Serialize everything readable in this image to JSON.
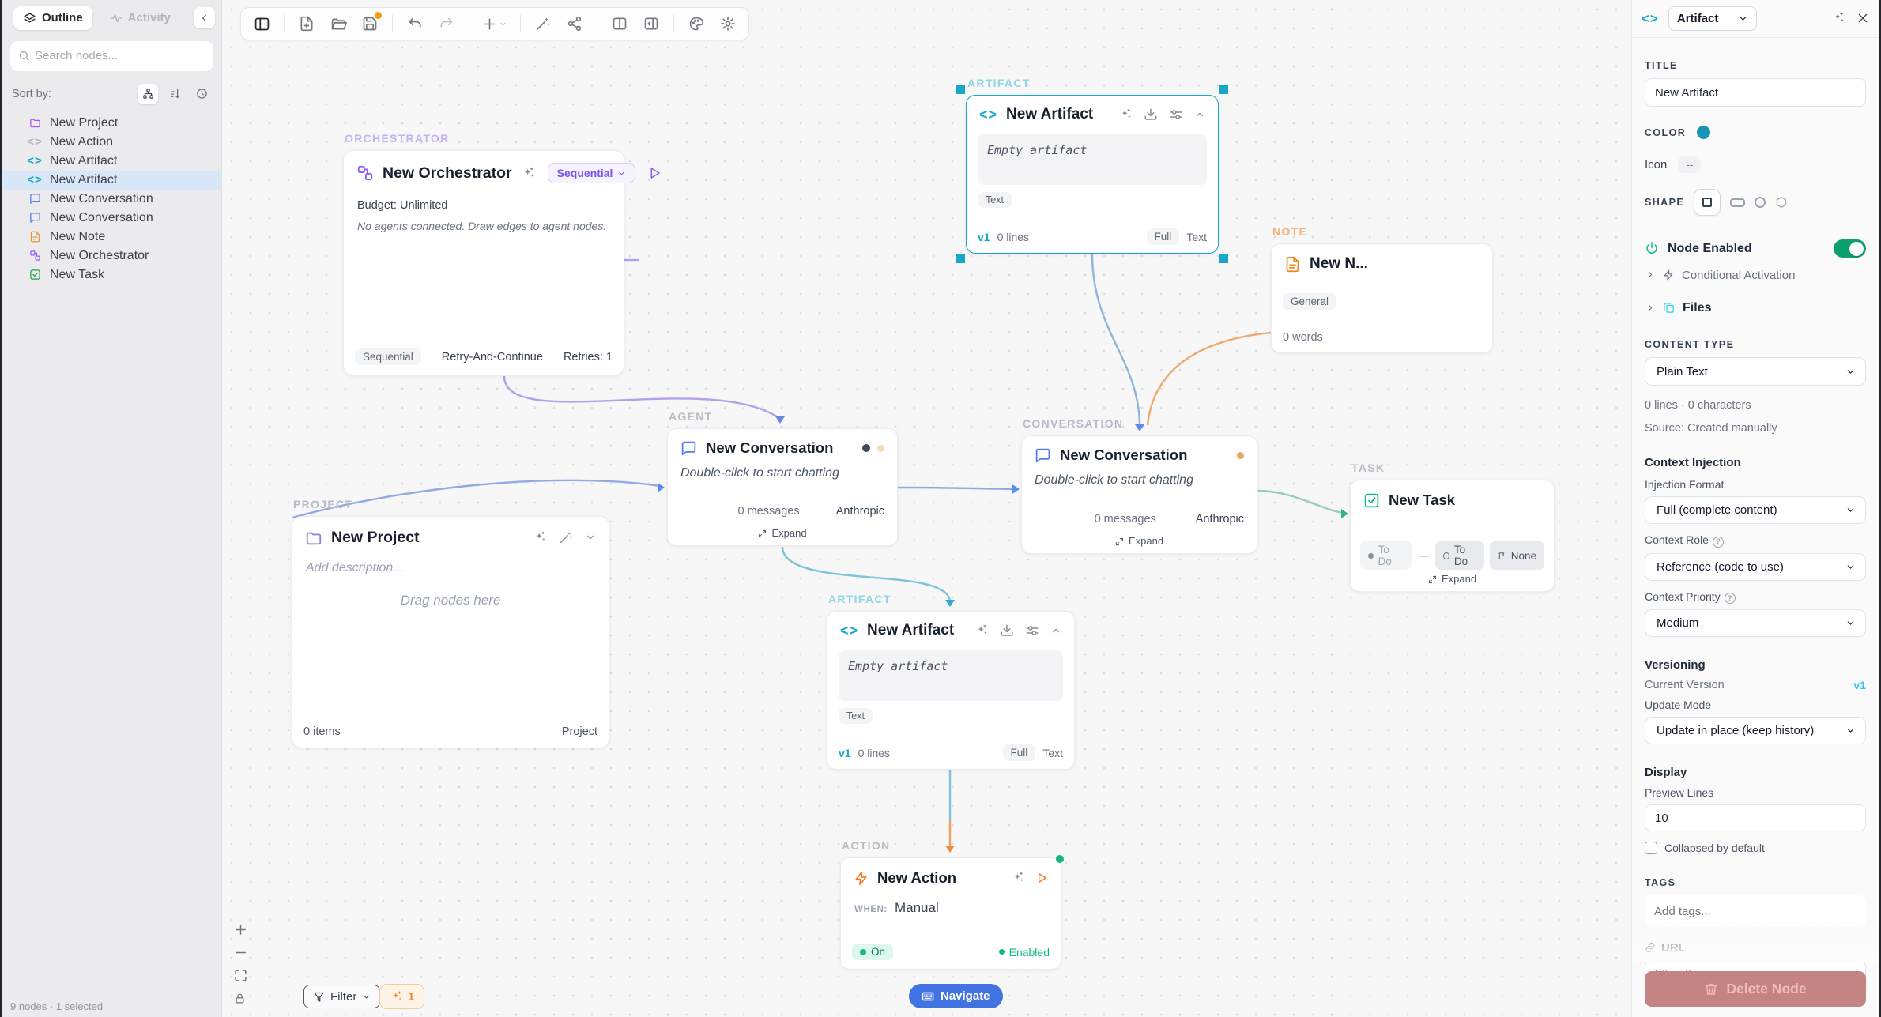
{
  "colors": {
    "teal": "#14a8c8",
    "purple": "#8b5cf6",
    "blue": "#4f7df2",
    "orange": "#ea8a24",
    "green": "#10b981",
    "navigate_blue": "#4273e3",
    "color_swatch": "#1795b4",
    "delete_red": "#c58484"
  },
  "sidebar": {
    "tabs": [
      {
        "label": "Outline",
        "icon": "layers-icon",
        "active": true
      },
      {
        "label": "Activity",
        "icon": "pulse-icon",
        "active": false
      }
    ],
    "search_placeholder": "Search nodes...",
    "sort_label": "Sort by:",
    "sort_icons": [
      "hierarchy-icon",
      "sort-az-icon",
      "clock-icon"
    ],
    "items": [
      {
        "icon": "folder-icon",
        "label": "New Project"
      },
      {
        "icon": "code-icon-gray",
        "label": "New Action"
      },
      {
        "icon": "code-icon",
        "label": "New Artifact"
      },
      {
        "icon": "code-icon",
        "label": "New Artifact",
        "selected": true
      },
      {
        "icon": "chat-icon",
        "label": "New Conversation"
      },
      {
        "icon": "chat-icon",
        "label": "New Conversation"
      },
      {
        "icon": "note-icon",
        "label": "New Note"
      },
      {
        "icon": "workflow-icon",
        "label": "New Orchestrator"
      },
      {
        "icon": "task-icon",
        "label": "New Task"
      }
    ],
    "status": "9 nodes · 1 selected"
  },
  "toolbar": {
    "icons": [
      "panel-left",
      "new-file",
      "open-folder",
      "save",
      "undo",
      "redo",
      "add-node",
      "ai-wand",
      "share",
      "split-view",
      "panel-right",
      "palette",
      "settings"
    ]
  },
  "canvas": {
    "orchestrator": {
      "type_label": "ORCHESTRATOR",
      "title": "New Orchestrator",
      "mode_badge": "Sequential",
      "budget": "Budget: Unlimited",
      "empty_hint": "No agents connected. Draw edges to agent nodes.",
      "footer_mode": "Sequential",
      "footer_strategy": "Retry-And-Continue",
      "footer_retries": "Retries: 1"
    },
    "artifact_selected": {
      "type_label": "ARTIFACT",
      "title": "New Artifact",
      "empty_text": "Empty artifact",
      "format_badge": "Text",
      "version": "v1",
      "lines": "0 lines",
      "view_full": "Full",
      "view_text": "Text"
    },
    "artifact2": {
      "type_label": "ARTIFACT",
      "title": "New Artifact",
      "empty_text": "Empty artifact",
      "format_badge": "Text",
      "version": "v1",
      "lines": "0 lines",
      "view_full": "Full",
      "view_text": "Text"
    },
    "note": {
      "type_label": "NOTE",
      "title": "New N...",
      "category_badge": "General",
      "words": "0 words"
    },
    "conversation_agent": {
      "type_label": "AGENT",
      "title": "New Conversation",
      "hint": "Double-click to start chatting",
      "messages": "0 messages",
      "provider": "Anthropic",
      "expand_label": "Expand"
    },
    "conversation2": {
      "type_label": "CONVERSATION",
      "title": "New Conversation",
      "hint": "Double-click to start chatting",
      "messages": "0 messages",
      "provider": "Anthropic",
      "expand_label": "Expand"
    },
    "project": {
      "type_label": "PROJECT",
      "title": "New Project",
      "description_placeholder": "Add description...",
      "drop_hint": "Drag nodes here",
      "items_count": "0 items",
      "footer_type": "Project"
    },
    "task": {
      "type_label": "TASK",
      "title": "New Task",
      "status_badge": "To Do",
      "dash": "—",
      "status_badge2": "To Do",
      "flag_badge": "None",
      "expand_label": "Expand"
    },
    "action": {
      "type_label": "ACTION",
      "title": "New Action",
      "when_label": "WHEN:",
      "when_value": "Manual",
      "on_badge": "On",
      "enabled_text": "Enabled"
    },
    "controls": {
      "filter_label": "Filter",
      "ai_badge_count": "1",
      "navigate_label": "Navigate",
      "icons": [
        "zoom-in",
        "zoom-out",
        "fit-view",
        "lock"
      ]
    }
  },
  "inspector": {
    "header": {
      "type_select_value": "Artifact",
      "icons": [
        "code-icon",
        "sparkles-icon",
        "close-icon"
      ]
    },
    "title": {
      "label": "TITLE",
      "value": "New Artifact"
    },
    "color": {
      "label": "COLOR"
    },
    "icon": {
      "label": "Icon",
      "value": "--"
    },
    "shape": {
      "label": "SHAPE",
      "options": [
        "square",
        "rounded-rect",
        "circle",
        "hexagon"
      ],
      "selected": "square"
    },
    "node_enabled": {
      "label": "Node Enabled",
      "enabled": true
    },
    "conditional_activation": {
      "label": "Conditional Activation"
    },
    "files": {
      "label": "Files"
    },
    "content_type": {
      "label": "CONTENT TYPE",
      "value": "Plain Text"
    },
    "stats": "0 lines · 0 characters",
    "source": "Source: Created manually",
    "context_injection": {
      "heading": "Context Injection",
      "injection_format": {
        "label": "Injection Format",
        "value": "Full (complete content)"
      },
      "context_role": {
        "label": "Context Role",
        "value": "Reference (code to use)"
      },
      "context_priority": {
        "label": "Context Priority",
        "value": "Medium"
      }
    },
    "versioning": {
      "heading": "Versioning",
      "current_version_label": "Current Version",
      "current_version": "v1",
      "update_mode_label": "Update Mode",
      "update_mode": "Update in place (keep history)"
    },
    "display": {
      "heading": "Display",
      "preview_lines_label": "Preview Lines",
      "preview_lines": "10",
      "collapsed_label": "Collapsed by default"
    },
    "tags": {
      "label": "TAGS",
      "placeholder": "Add tags..."
    },
    "url": {
      "label": "URL",
      "placeholder": "https://..."
    },
    "delete_label": "Delete Node"
  }
}
